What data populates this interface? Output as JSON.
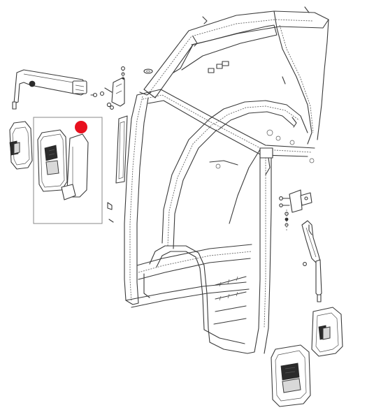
{
  "diagram": {
    "parts": [
      {
        "name": "cab-frame"
      },
      {
        "name": "mirror-arm-left"
      },
      {
        "name": "mirror-arm-right"
      },
      {
        "name": "mirror-head-left"
      },
      {
        "name": "mirror-head-right"
      },
      {
        "name": "mirror-assembly-detail"
      },
      {
        "name": "mirror-glass"
      },
      {
        "name": "mounting-bracket-left"
      },
      {
        "name": "mounting-bracket-right"
      }
    ],
    "highlight_color": "#e8101e",
    "line_color": "#3a3a3a",
    "detail_box_color": "#8a8a8a"
  }
}
